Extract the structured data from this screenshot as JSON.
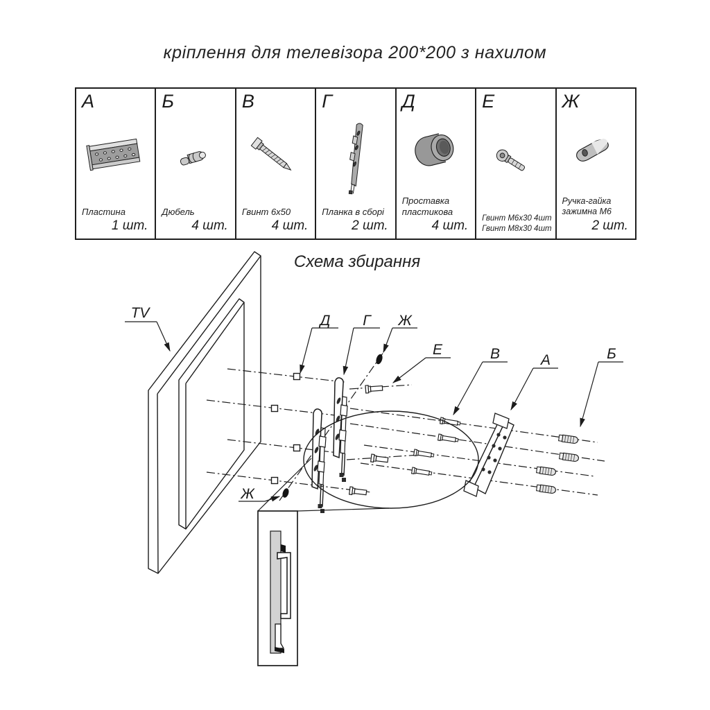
{
  "title": "кріплення для телевізора 200*200 з нахилом",
  "parts_table": {
    "parts": [
      {
        "letter": "А",
        "name": "Пластина",
        "name2": "",
        "qty": "1 шт.",
        "icon": "plate"
      },
      {
        "letter": "Б",
        "name": "Дюбель",
        "name2": "",
        "qty": "4 шт.",
        "icon": "dowel"
      },
      {
        "letter": "В",
        "name": "Гвинт 6х50",
        "name2": "",
        "qty": "4 шт.",
        "icon": "hex-screw"
      },
      {
        "letter": "Г",
        "name": "Планка в сборі",
        "name2": "",
        "qty": "2 шт.",
        "icon": "bracket"
      },
      {
        "letter": "Д",
        "name": "Проставка",
        "name2": "пластикова",
        "qty": "4 шт.",
        "icon": "plastic-spacer"
      },
      {
        "letter": "Е",
        "name": "Гвинт М6х30  4шт",
        "name2": "Гвинт М8х30 4шт",
        "qty": "",
        "icon": "pan-head-screw"
      },
      {
        "letter": "Ж",
        "name": "Ручка-гайка",
        "name2": "зажимна М6",
        "qty": "2 шт.",
        "icon": "handle-nut"
      }
    ]
  },
  "schema": {
    "heading": "Схема збирання",
    "callouts": {
      "tv": "TV",
      "d": "Д",
      "g": "Г",
      "zh_top": "Ж",
      "e": "Е",
      "v": "В",
      "a": "А",
      "b": "Б",
      "zh_bottom": "Ж"
    }
  },
  "colors": {
    "ink": "#1c1c1c",
    "paper": "#ffffff",
    "part_gray": "#9d9d9d"
  }
}
